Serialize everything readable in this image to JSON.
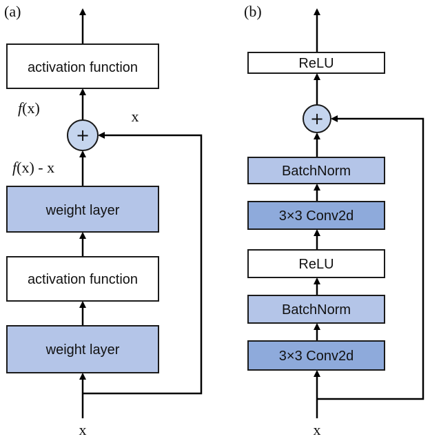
{
  "colors": {
    "white_fill": "#ffffff",
    "light_fill": "#b4c5e8",
    "dark_fill": "#8eaadb",
    "adder_fill": "#c5d5ee",
    "stroke": "#1a1a1a"
  },
  "panel_a": {
    "label": "(a)",
    "top_block": "activation function",
    "weight_layer_top": "weight layer",
    "middle_block": "activation function",
    "weight_layer_bottom": "weight layer",
    "adder_symbol": "+",
    "fx_italic": "f",
    "fx_rest": "(x)",
    "fx_minus_x_rest": "(x) - x",
    "skip_label": "x",
    "input_label": "x"
  },
  "panel_b": {
    "label": "(b)",
    "relu_top": "ReLU",
    "batchnorm_top": "BatchNorm",
    "conv_top": "3×3 Conv2d",
    "relu_middle": "ReLU",
    "batchnorm_bottom": "BatchNorm",
    "conv_bottom": "3×3 Conv2d",
    "adder_symbol": "+",
    "input_label": "x"
  }
}
